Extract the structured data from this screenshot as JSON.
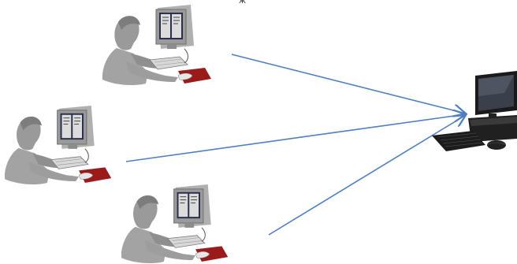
{
  "diagram": {
    "top_glyph": "ж",
    "colors": {
      "arrow": "#4f7fc0",
      "figure_gray": "#a3a3a3",
      "figure_dark": "#8a8a8a",
      "monitor_frame": "#9a9a9a",
      "monitor_screen": "#2b2f4a",
      "mousepad_red": "#9b1b1b",
      "server_black": "#1a1a1a"
    },
    "workstations": [
      {
        "id": "user-1"
      },
      {
        "id": "user-2"
      },
      {
        "id": "user-3"
      }
    ],
    "target": {
      "id": "server-computer"
    }
  }
}
